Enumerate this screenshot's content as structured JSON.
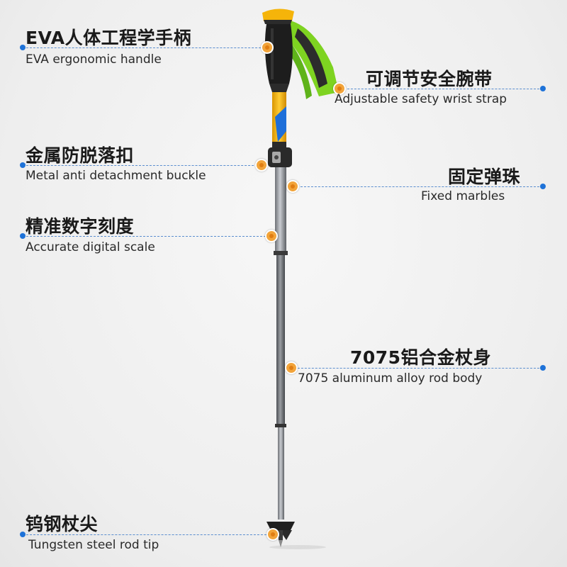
{
  "colors": {
    "background": "#f1f1f1",
    "leader_line": "#5b8ecf",
    "end_dot": "#1e72d8",
    "marker_dot": "#f2a43a",
    "handle_yellow": "#f5b40a",
    "strap_green": "#7ed321",
    "shaft_grey": "#8a8d92"
  },
  "callouts": [
    {
      "id": "handle",
      "zh": "EVA人体工程学手柄",
      "en": "EVA ergonomic handle"
    },
    {
      "id": "wrist_strap",
      "zh": "可调节安全腕带",
      "en": "Adjustable safety wrist strap"
    },
    {
      "id": "buckle",
      "zh": "金属防脱落扣",
      "en": "Metal anti detachment buckle"
    },
    {
      "id": "marbles",
      "zh": "固定弹珠",
      "en": "Fixed marbles"
    },
    {
      "id": "scale",
      "zh": "精准数字刻度",
      "en": "Accurate digital scale"
    },
    {
      "id": "rod_body",
      "zh": "7075铝合金杖身",
      "en": "7075 aluminum alloy rod body"
    },
    {
      "id": "tip",
      "zh": "钨钢杖尖",
      "en": "Tungsten steel rod tip"
    }
  ]
}
